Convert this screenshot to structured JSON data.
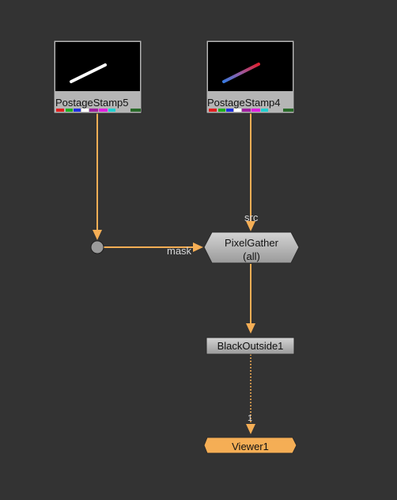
{
  "nodes": {
    "postage_stamp_5": {
      "label": "PostageStamp5"
    },
    "postage_stamp_4": {
      "label": "PostageStamp4"
    },
    "pixel_gather": {
      "label": "PixelGather",
      "sublabel": "(all)"
    },
    "black_outside": {
      "label": "BlackOutside1"
    },
    "viewer": {
      "label": "Viewer1"
    }
  },
  "inputs": {
    "src": "src",
    "mask": "mask",
    "viewer_input": "1"
  },
  "colors": {
    "background": "#333333",
    "pipe": "#f5ae55",
    "node_gray": "#b5b5b5",
    "viewer_orange": "#f5ae55",
    "thumbnail_bg": "#000000"
  },
  "channel_swatches": [
    "#e02020",
    "#20b020",
    "#2030e0",
    "#ffffff",
    "#a020a0",
    "#e020e0",
    "#20d0d0",
    "#2a6a2a"
  ]
}
